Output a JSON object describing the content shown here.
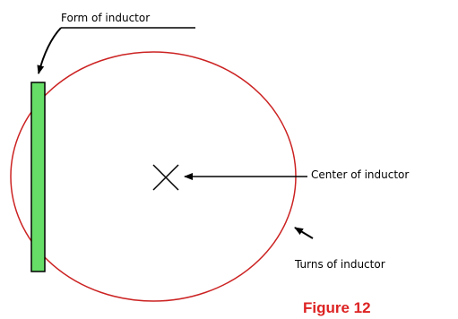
{
  "labels": {
    "form": "Form of inductor",
    "center": "Center of inductor",
    "turns": "Turns of inductor"
  },
  "figure_caption": "Figure 12",
  "colors": {
    "turns": "#cc2222",
    "form": "#66dd66",
    "caption": "#dd2222",
    "ink": "#000000"
  }
}
